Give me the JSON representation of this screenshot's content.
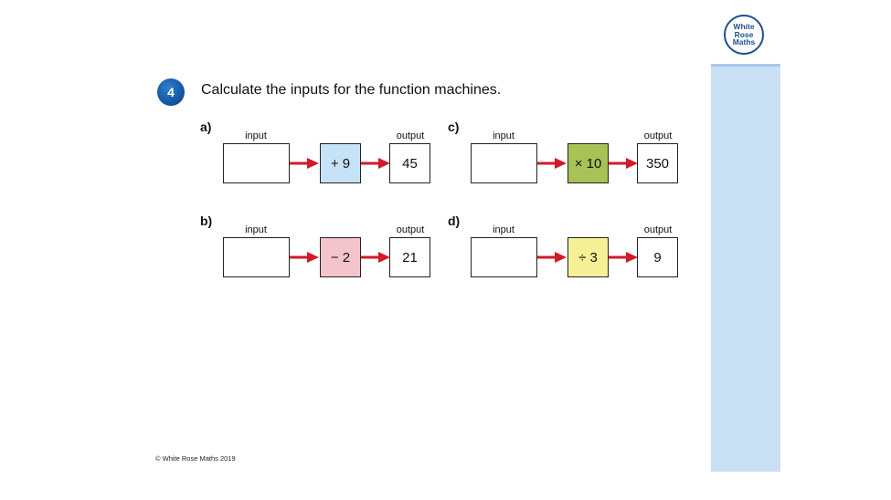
{
  "logo": {
    "line1": "White",
    "line2": "Rose",
    "line3": "Maths"
  },
  "question": {
    "number": "4",
    "text": "Calculate the inputs for the function machines."
  },
  "labels": {
    "input": "input",
    "output": "output"
  },
  "machines": {
    "a": {
      "label": "a)",
      "operation": "+ 9",
      "output": "45",
      "color": "#c6e2f7"
    },
    "b": {
      "label": "b)",
      "operation": "− 2",
      "output": "21",
      "color": "#f4c4cb"
    },
    "c": {
      "label": "c)",
      "operation": "× 10",
      "output": "350",
      "color": "#a8c256"
    },
    "d": {
      "label": "d)",
      "operation": "÷ 3",
      "output": "9",
      "color": "#f6f196"
    }
  },
  "footer": {
    "copyright": "© White Rose Maths 2019"
  },
  "colors": {
    "arrow": "#d11a2a",
    "badge": "#1556a3"
  }
}
